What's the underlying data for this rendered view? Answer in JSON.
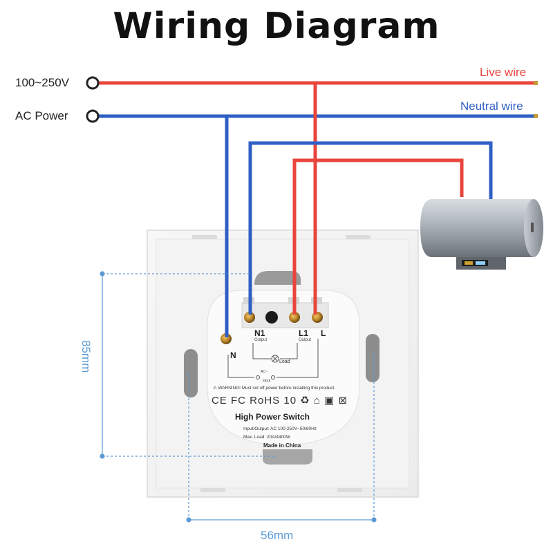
{
  "title": "Wiring Diagram",
  "power": {
    "voltage_label": "100~250V",
    "source_label": "AC Power"
  },
  "wires": {
    "live_label": "Live wire",
    "neutral_label": "Neutral wire",
    "live_color": "#e8453c",
    "neutral_color": "#2f5fc4"
  },
  "terminals": {
    "n1": "N1",
    "n1_sub": "Output",
    "l1": "L1",
    "l1_sub": "Output",
    "l": "L",
    "n": "N",
    "load": "Load",
    "ac": "AC~",
    "input": "Input"
  },
  "switch_back": {
    "warning": "WARNING! Must cut off power before installing this product.",
    "certifications": "CE FC RoHS 10",
    "product_name": "High Power Switch",
    "io_spec": "Input/Output: AC 100-250V~50/60Hz",
    "max_load": "Max. Load: 20A/4400W",
    "origin": "Made in China"
  },
  "dimensions": {
    "height": "85mm",
    "width": "56mm",
    "dimension_color": "#5b9bd5"
  },
  "appliance": {
    "icon": "water-heater-icon"
  }
}
